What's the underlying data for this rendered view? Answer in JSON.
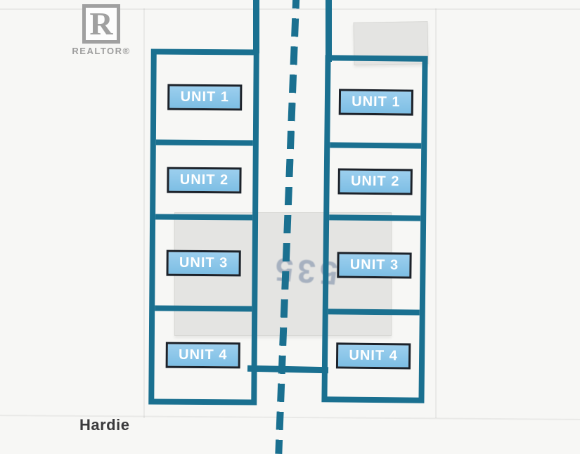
{
  "branding": {
    "logo_letter": "R",
    "logo_text": "REALTOR®"
  },
  "street_label": "Hardie",
  "house_number": "535",
  "columns": {
    "left": {
      "units": [
        {
          "label": "UNIT 1"
        },
        {
          "label": "UNIT 2"
        },
        {
          "label": "UNIT 3"
        },
        {
          "label": "UNIT 4"
        }
      ]
    },
    "right": {
      "units": [
        {
          "label": "UNIT 1"
        },
        {
          "label": "UNIT 2"
        },
        {
          "label": "UNIT 3"
        },
        {
          "label": "UNIT 4"
        }
      ]
    }
  },
  "colors": {
    "boundary_teal": "#1a7090",
    "label_fill": "#7dbee4",
    "label_border": "#1c222a",
    "label_text": "#ffffff",
    "faded_number": "#8b9ab0",
    "logo_gray": "#9d9d9d",
    "street_text": "#3a3a3c",
    "building_gray": "#e4e4e2",
    "background": "#f7f7f5"
  }
}
